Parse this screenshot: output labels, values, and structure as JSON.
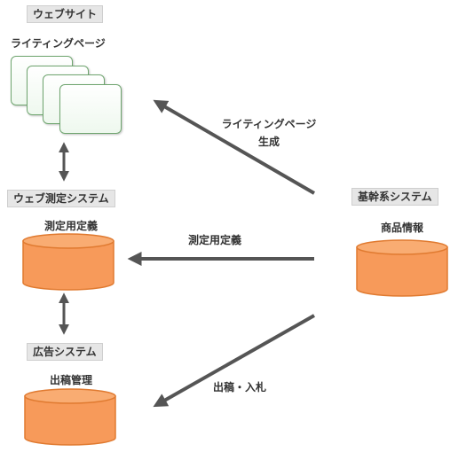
{
  "website": {
    "label": "ウェブサイト",
    "pages_caption": "ライティングページ"
  },
  "measurement_system": {
    "label": "ウェブ測定システム",
    "db_caption": "測定用定義"
  },
  "ad_system": {
    "label": "広告システム",
    "db_caption": "出稿管理"
  },
  "core_system": {
    "label": "基幹系システム",
    "db_caption": "商品情報"
  },
  "flows": {
    "to_website_line1": "ライティングページ",
    "to_website_line2": "生成",
    "to_measurement": "測定用定義",
    "to_ad": "出稿・入札"
  },
  "colors": {
    "cylinder_fill": "#f79a5a",
    "cylinder_stroke": "#e07a30",
    "arrow": "#555555",
    "page_border": "#6fa56f",
    "label_bg": "#e6e6e6"
  }
}
